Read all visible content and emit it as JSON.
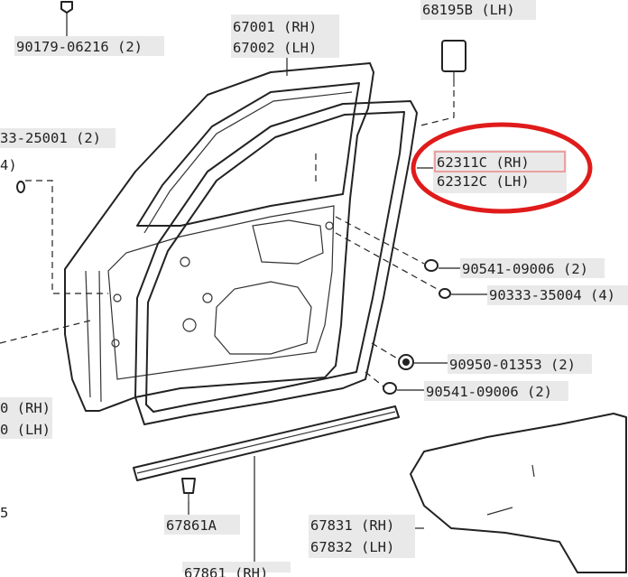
{
  "labels": {
    "p90179": "90179-06216 (2)",
    "p67001": "67001 (RH)",
    "p67002": "67002 (LH)",
    "p68195b": "68195B (LH)",
    "p90333_25001": "33-25001 (2)",
    "p4": "4)",
    "p62311c": "62311C (RH)",
    "p62312c": "62312C (LH)",
    "p90541_top": "90541-09006 (2)",
    "p90333_35004": "90333-35004 (4)",
    "p90950": "90950-01353 (2)",
    "p90541_bottom": "90541-09006 (2)",
    "p_rh_left": "0 (RH)",
    "p_lh_left": "0 (LH)",
    "p_edge_5": "5",
    "p67861a": "67861A",
    "p67831": "67831 (RH)",
    "p67832": "67832 (LH)",
    "p67861_cut": "67861 (RH)"
  },
  "highlight": {
    "target_part": "62311C (RH)",
    "ring_color": "#e01b1b",
    "box_color": "#e88"
  }
}
